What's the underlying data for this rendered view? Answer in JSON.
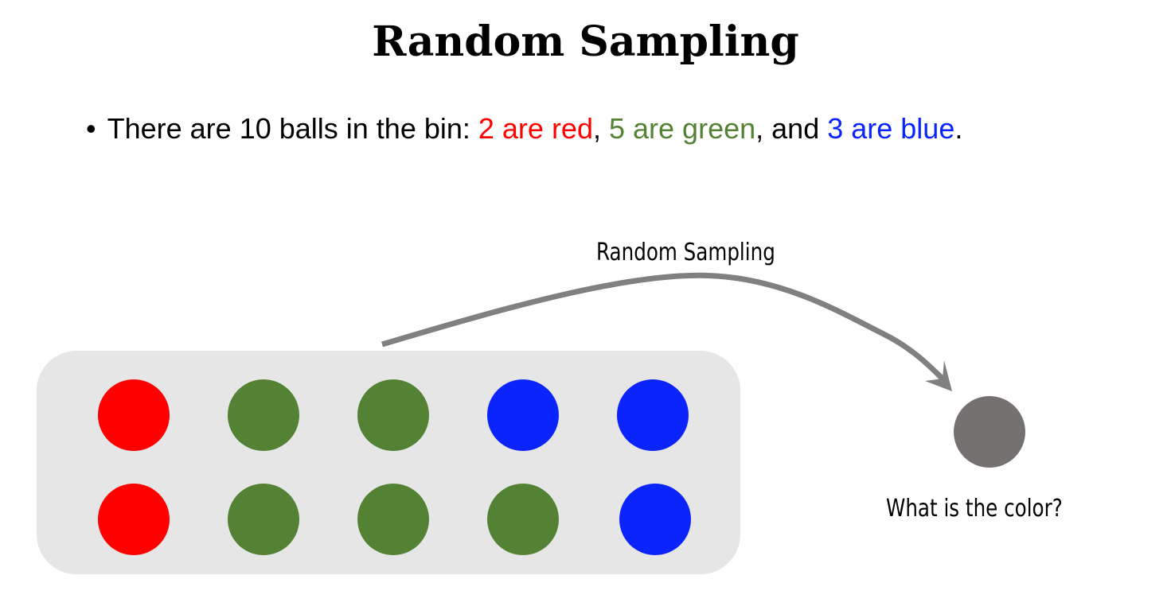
{
  "title": "Random Sampling",
  "bullet": {
    "marker": "•",
    "segments": [
      {
        "text": "There are 10 balls in the bin: ",
        "color": "#000000"
      },
      {
        "text": "2 are red",
        "color": "#ff0000"
      },
      {
        "text": ", ",
        "color": "#000000"
      },
      {
        "text": "5 are green",
        "color": "#548235"
      },
      {
        "text": ", and ",
        "color": "#000000"
      },
      {
        "text": "3 are blue",
        "color": "#0b24fb"
      },
      {
        "text": ".",
        "color": "#000000"
      }
    ]
  },
  "diagram": {
    "arrow_label": "Random Sampling",
    "arrow_color": "#808080",
    "bin": {
      "fill": "#e6e6e6",
      "rows": [
        [
          "red",
          "green",
          "green",
          "blue",
          "blue"
        ],
        [
          "red",
          "green",
          "green",
          "green",
          "blue"
        ]
      ]
    },
    "ball_colors": {
      "red": "#ff0000",
      "green": "#548235",
      "blue": "#0b24fb"
    },
    "sampled_ball": {
      "fill": "#767171"
    },
    "question": "What is the color?"
  }
}
